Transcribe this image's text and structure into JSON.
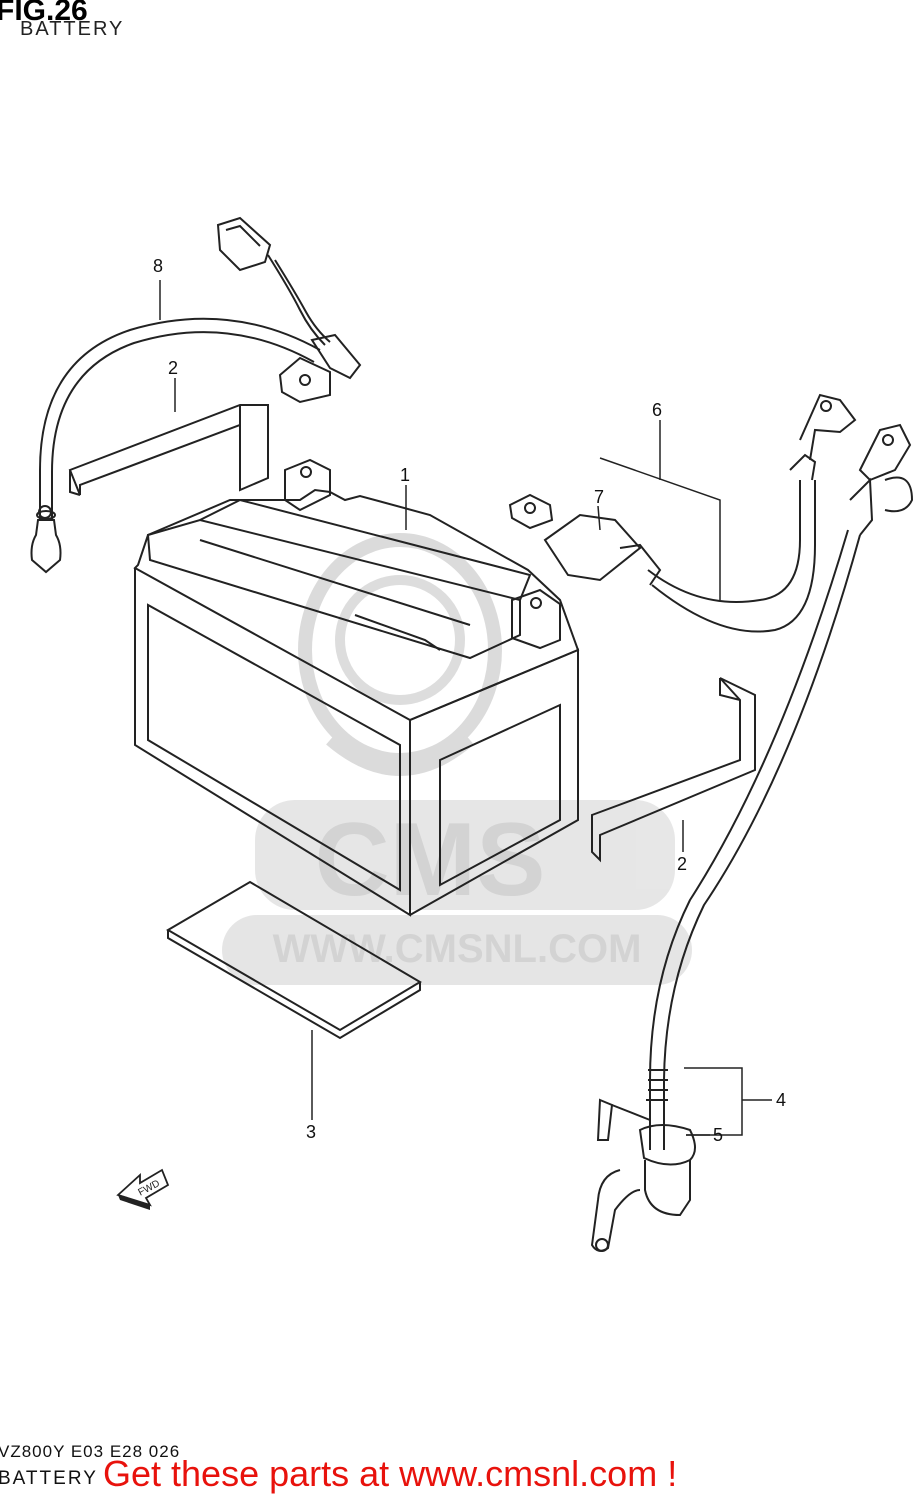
{
  "header": {
    "figure": "FIG.26",
    "subtitle": "BATTERY"
  },
  "callouts": [
    {
      "id": "1",
      "label": "1"
    },
    {
      "id": "2a",
      "label": "2"
    },
    {
      "id": "2b",
      "label": "2"
    },
    {
      "id": "3",
      "label": "3"
    },
    {
      "id": "4",
      "label": "4"
    },
    {
      "id": "5",
      "label": "5"
    },
    {
      "id": "6",
      "label": "6"
    },
    {
      "id": "7",
      "label": "7"
    },
    {
      "id": "8",
      "label": "8"
    }
  ],
  "fwd_arrow": {
    "label": "FWD"
  },
  "watermark": {
    "brand": "CMS",
    "url": "WWW.CMSNL.COM"
  },
  "footer": {
    "model_code": "VZ800Y E03 E28 026",
    "caption": "BATTERY",
    "promo": "Get these parts at www.cmsnl.com !",
    "promo_color": "#e8120c"
  }
}
